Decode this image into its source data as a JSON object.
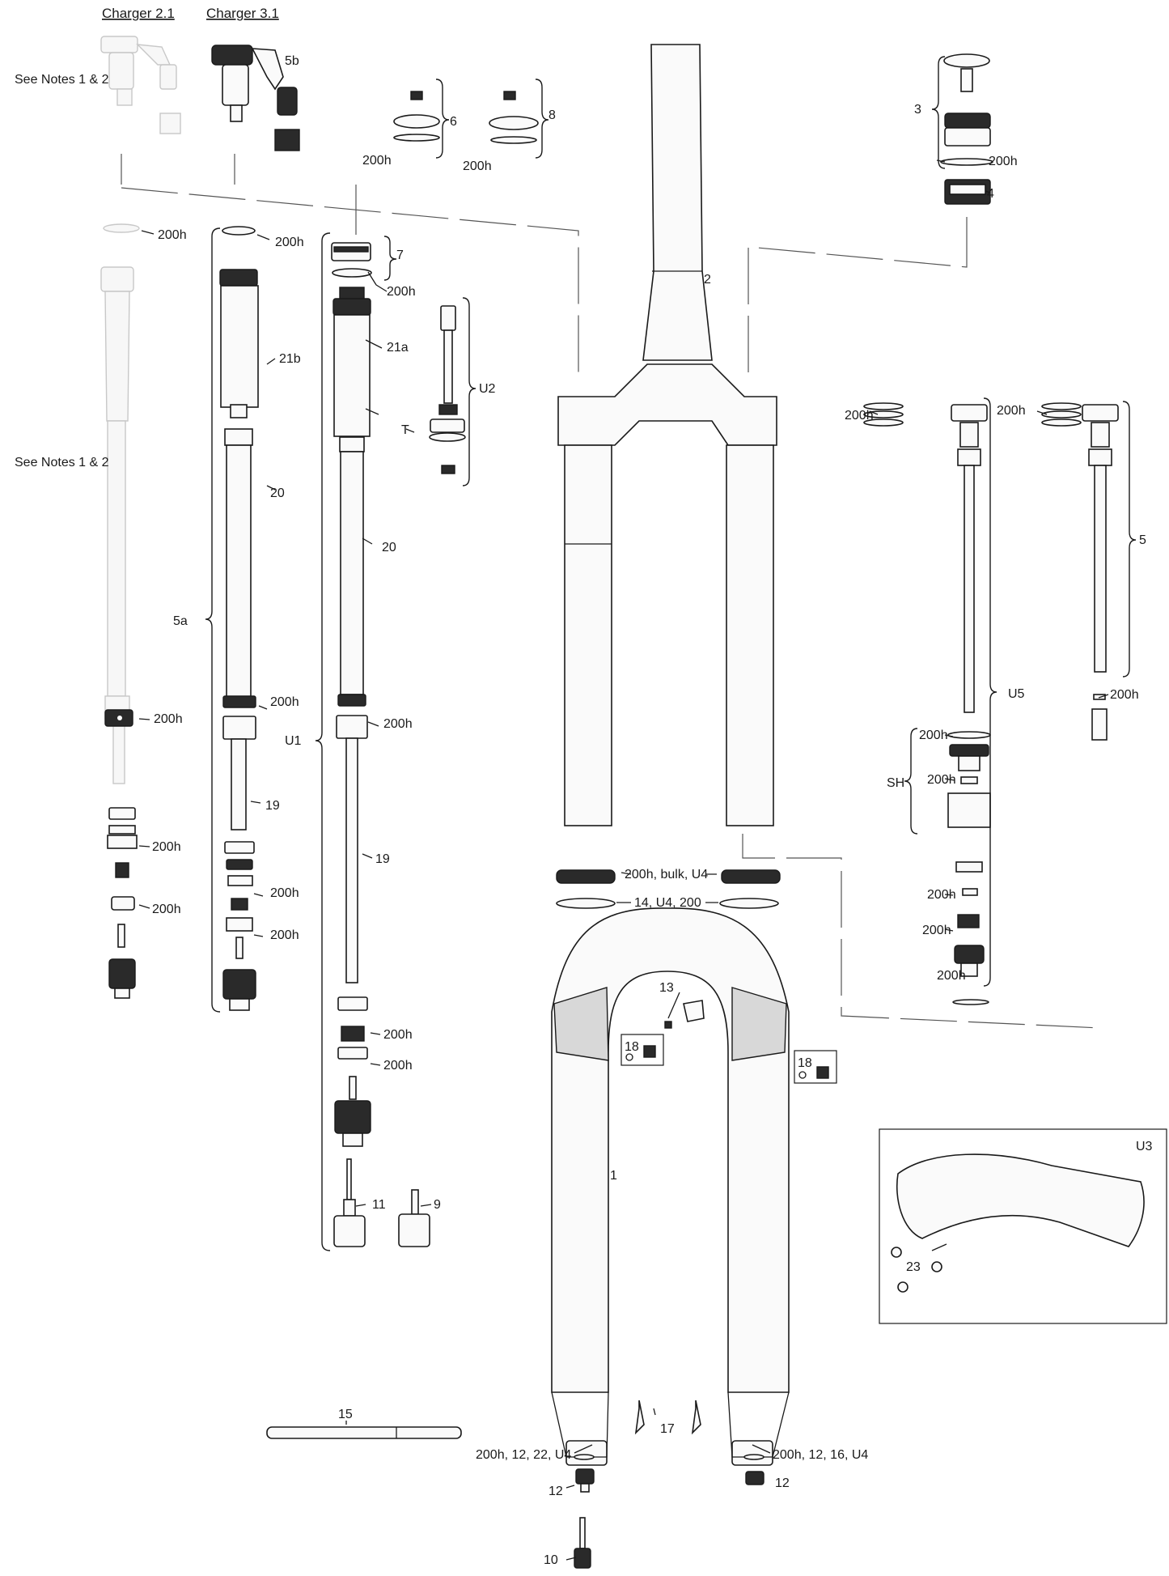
{
  "headers": {
    "charger21": "Charger 2.1",
    "charger31": "Charger 3.1"
  },
  "notes": {
    "top": "See Notes 1 & 2",
    "mid": "See Notes 1 & 2"
  },
  "labels": {
    "l5b": "5b",
    "l6": "6",
    "l8": "8",
    "l3": "3",
    "l4": "4",
    "l7": "7",
    "l2": "2",
    "l21b": "21b",
    "l21a": "21a",
    "lU2": "U2",
    "lT": "T",
    "l20a": "20",
    "l20b": "20",
    "l5a": "5a",
    "lU1": "U1",
    "l19a": "19",
    "l19b": "19",
    "l5": "5",
    "lU5": "U5",
    "lSH": "SH",
    "l13": "13",
    "l18a": "18",
    "l18b": "18",
    "l1": "1",
    "lU3": "U3",
    "l23": "23",
    "l11": "11",
    "l9": "9",
    "l15": "15",
    "l17": "17",
    "l12a": "12",
    "l12b": "12",
    "l10": "10",
    "h6": "200h",
    "h8": "200h",
    "h3": "200h",
    "hC21": "200h",
    "hC31": "200h",
    "h7": "200h",
    "hL1": "200h",
    "hL2": "200h",
    "hL3": "200h",
    "hL4": "200h",
    "hA1": "200h",
    "hA2": "200h",
    "hA3": "200h",
    "hB1": "200h",
    "hB2": "200h",
    "hB3": "200h",
    "hR1": "200h",
    "hR2": "200h",
    "hR3": "200h",
    "hR4": "200h",
    "hR5": "200h",
    "hR6": "200h",
    "hR7": "200h",
    "bulk": "200h, bulk, U4",
    "seal": "14, U4, 200",
    "bottomLeft": "200h, 12, 22, U4",
    "bottomRight": "200h, 12, 16, U4"
  }
}
